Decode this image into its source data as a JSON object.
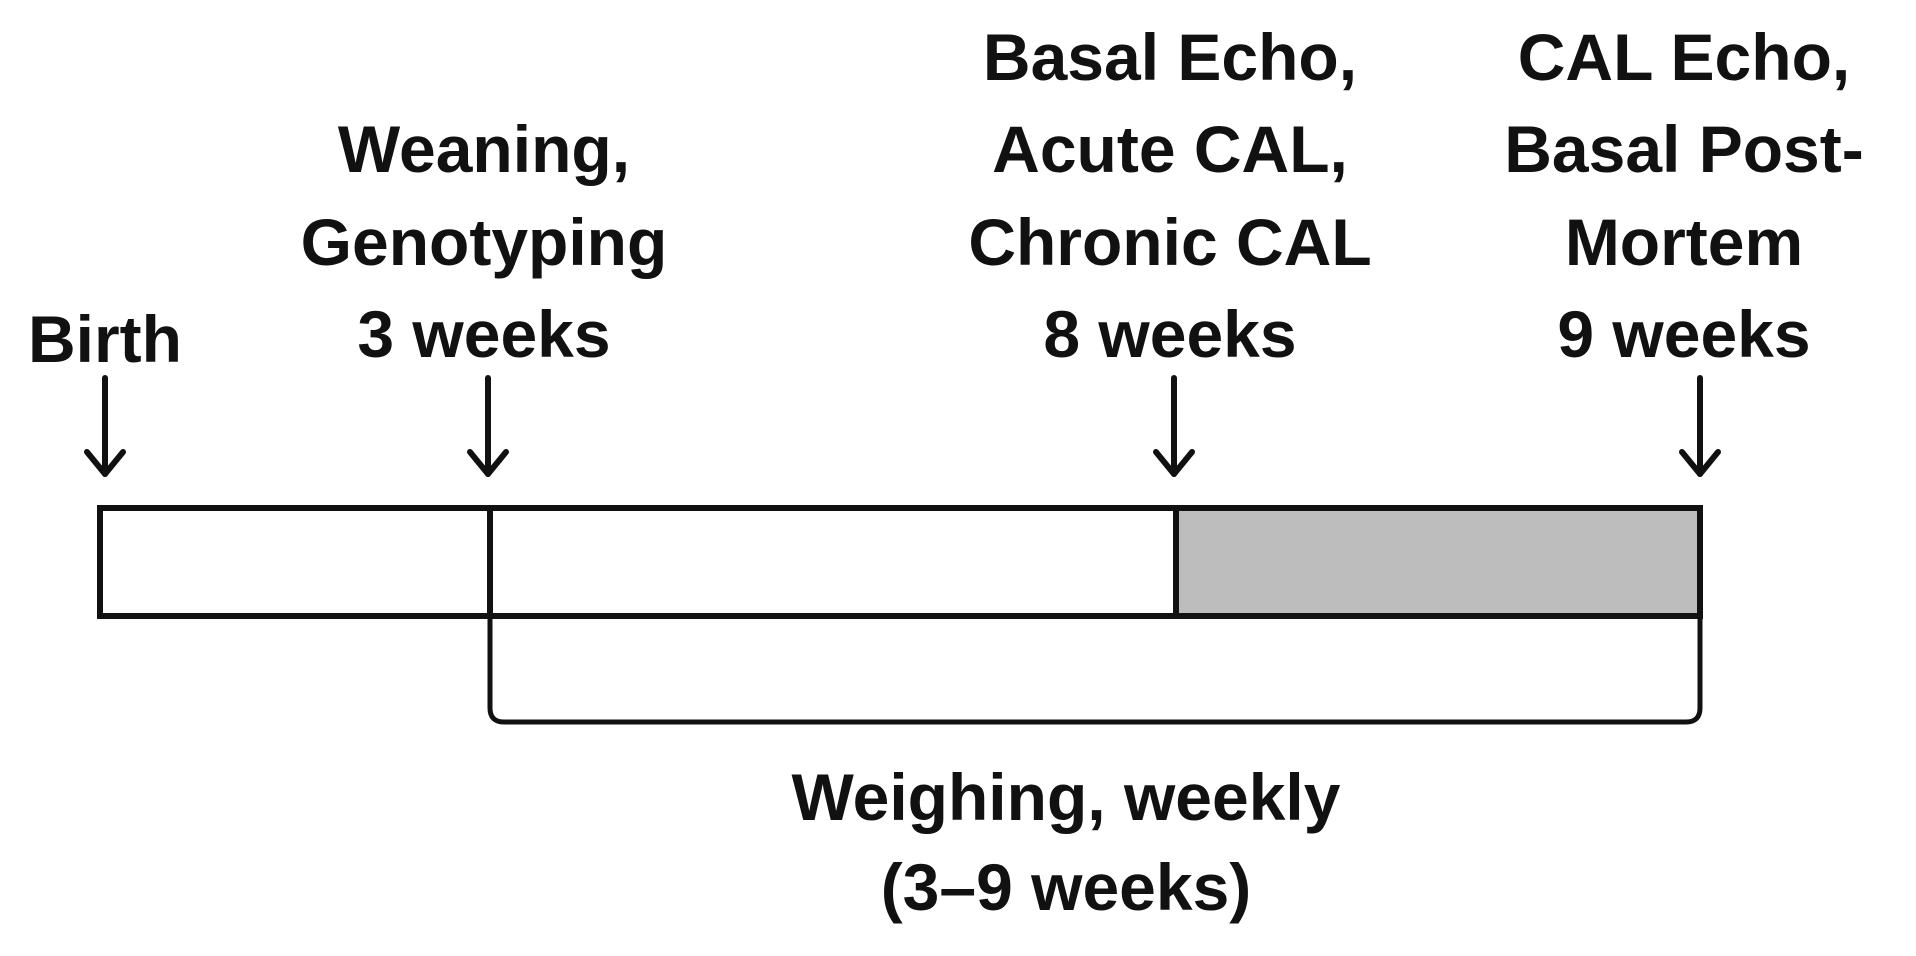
{
  "timeline": {
    "milestones": [
      {
        "lines": [
          "Birth"
        ]
      },
      {
        "lines": [
          "Weaning,",
          "Genotyping",
          "3 weeks"
        ]
      },
      {
        "lines": [
          "Basal Echo,",
          "Acute CAL,",
          "Chronic CAL",
          "8 weeks"
        ]
      },
      {
        "lines": [
          "CAL Echo,",
          "Basal Post-",
          "Mortem",
          "9 weeks"
        ]
      }
    ],
    "segments": [
      {
        "from_weeks": 0,
        "to_weeks": 3,
        "fill": "#ffffff"
      },
      {
        "from_weeks": 3,
        "to_weeks": 8,
        "fill": "#ffffff"
      },
      {
        "from_weeks": 8,
        "to_weeks": 9,
        "fill": "#bdbdbd"
      }
    ],
    "bracket": {
      "lines": [
        "Weighing, weekly",
        "(3–9 weeks)"
      ]
    }
  }
}
